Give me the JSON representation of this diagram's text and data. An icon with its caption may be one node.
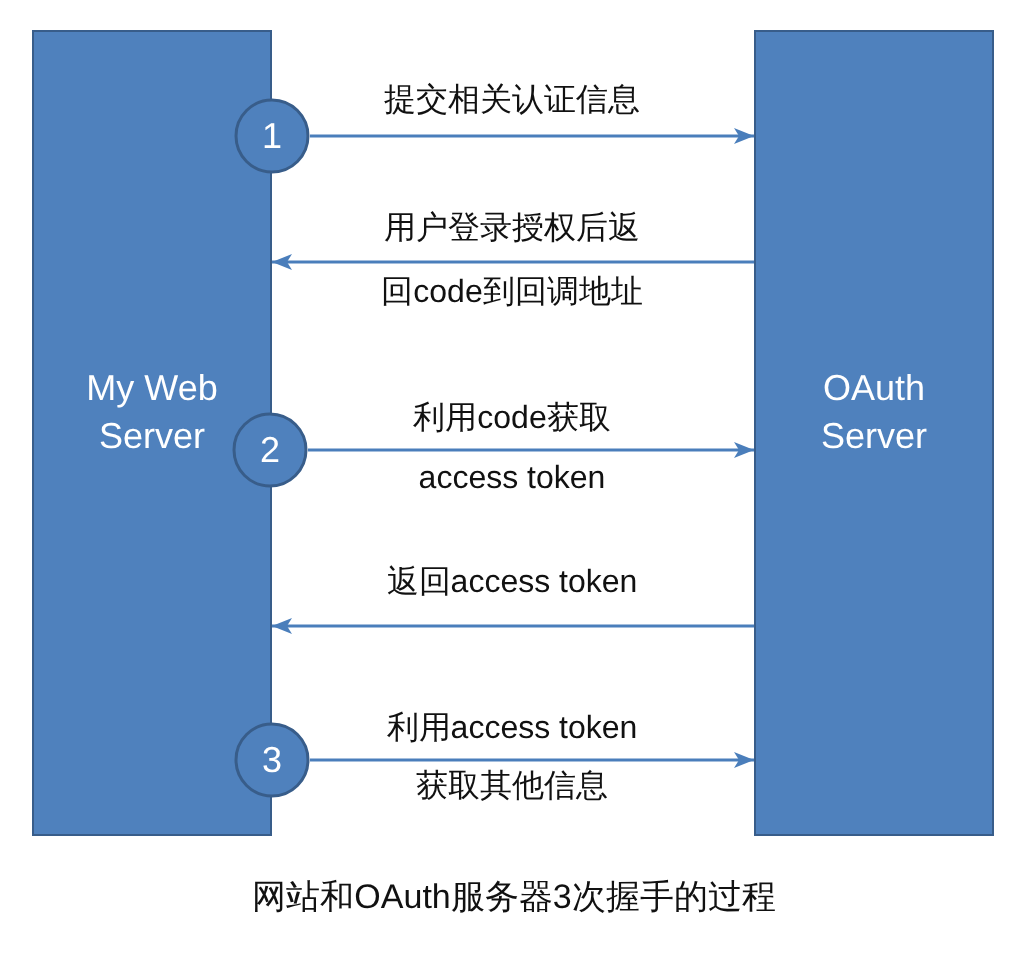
{
  "diagram": {
    "caption": "网站和OAuth服务器3次握手的过程",
    "nodes": [
      {
        "text": [
          "My Web Server"
        ]
      },
      {
        "text": [
          "OAuth Server"
        ]
      },
      {
        "text": [
          "1"
        ]
      },
      {
        "text": [
          "2"
        ]
      },
      {
        "text": [
          "3"
        ]
      }
    ],
    "edges": [
      {
        "from": 2,
        "to": 1,
        "arrow": "to",
        "label": "提交相关认证信息"
      },
      {
        "from": 1,
        "to": 0,
        "arrow": "to",
        "label": "用户登录授权后返回code到回调地址"
      },
      {
        "from": 3,
        "to": 1,
        "arrow": "to",
        "label": "利用code获取access token"
      },
      {
        "from": 1,
        "to": 0,
        "arrow": "to",
        "label": "返回access token"
      },
      {
        "from": 4,
        "to": 1,
        "arrow": "to",
        "label": "利用access token获取其他信息"
      }
    ]
  }
}
